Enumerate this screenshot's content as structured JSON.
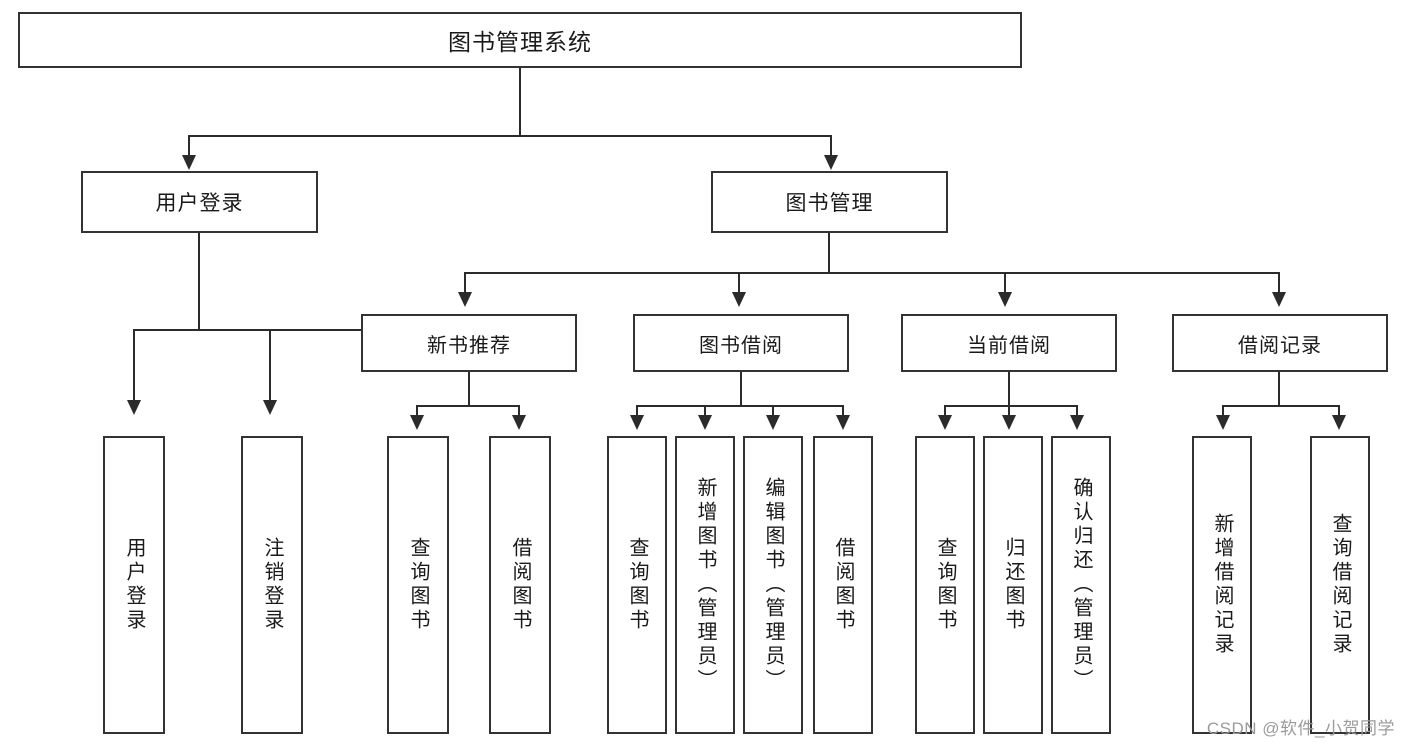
{
  "diagram": {
    "type": "tree",
    "title": "图书管理系统",
    "watermark": "CSDN @软件_小贺同学",
    "colors": {
      "box_border": "#333333",
      "connector": "#2b2b2b",
      "background": "#ffffff",
      "text": "#1a1a1a",
      "watermark": "#9b9b9b"
    },
    "root": {
      "label": "图书管理系统"
    },
    "level2": [
      {
        "label": "用户登录"
      },
      {
        "label": "图书管理"
      }
    ],
    "level3": [
      {
        "label": "新书推荐"
      },
      {
        "label": "图书借阅"
      },
      {
        "label": "当前借阅"
      },
      {
        "label": "借阅记录"
      }
    ],
    "leaves": {
      "user_login": [
        {
          "label": "用户登录"
        },
        {
          "label": "注销登录"
        }
      ],
      "new_book_recommend": [
        {
          "label": "查询图书"
        },
        {
          "label": "借阅图书"
        }
      ],
      "book_borrow": [
        {
          "label": "查询图书"
        },
        {
          "label": "新增图书（管理员）"
        },
        {
          "label": "编辑图书（管理员）"
        },
        {
          "label": "借阅图书"
        }
      ],
      "current_borrow": [
        {
          "label": "查询图书"
        },
        {
          "label": "归还图书"
        },
        {
          "label": "确认归还（管理员）"
        }
      ],
      "borrow_record": [
        {
          "label": "新增借阅记录"
        },
        {
          "label": "查询借阅记录"
        }
      ]
    }
  }
}
